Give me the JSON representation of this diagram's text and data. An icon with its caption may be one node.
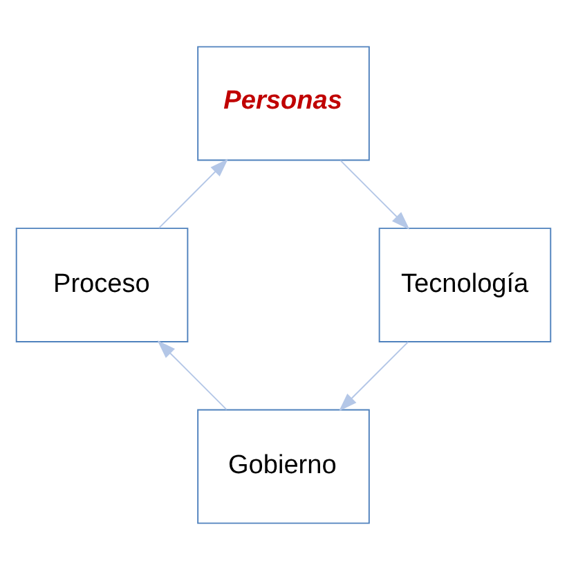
{
  "diagram": {
    "nodes": [
      {
        "text": [
          "Gobierno"
        ]
      },
      {
        "text": [
          "Proceso"
        ]
      },
      {
        "text": [
          "Personas"
        ]
      },
      {
        "text": [
          "Tecnología"
        ]
      }
    ],
    "edges": [
      {
        "from": 0,
        "to": 1,
        "arrow": "to"
      },
      {
        "from": 1,
        "to": 2,
        "arrow": "to"
      },
      {
        "from": 2,
        "to": 3,
        "arrow": "to"
      },
      {
        "from": 3,
        "to": 0,
        "arrow": "to"
      }
    ]
  }
}
